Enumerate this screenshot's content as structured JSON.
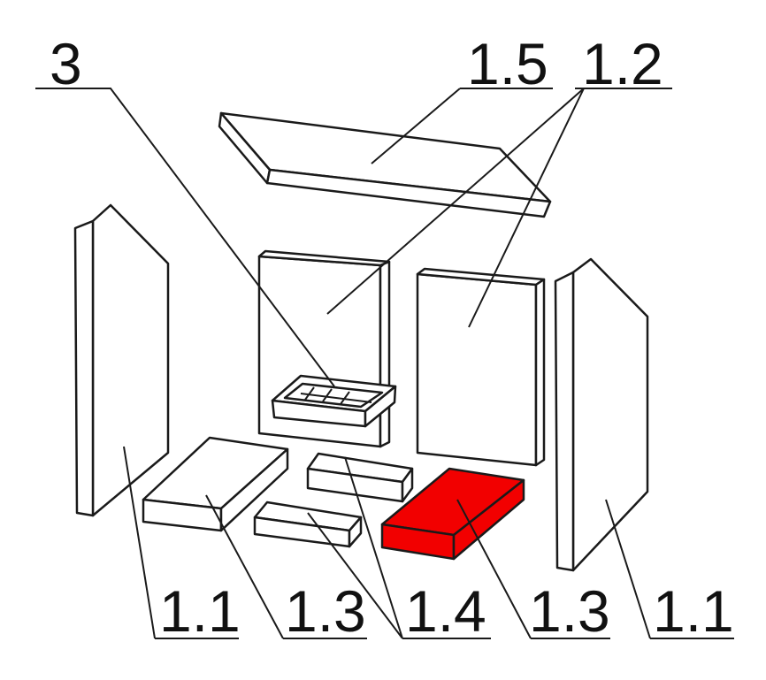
{
  "diagram": {
    "labels": {
      "grate": "3",
      "top_baffle": "1.5",
      "back_panels": "1.2",
      "side_left": "1.1",
      "floor_left": "1.3",
      "floor_small": "1.4",
      "floor_right": "1.3",
      "side_right": "1.1"
    },
    "highlight_color": "#f20000"
  }
}
